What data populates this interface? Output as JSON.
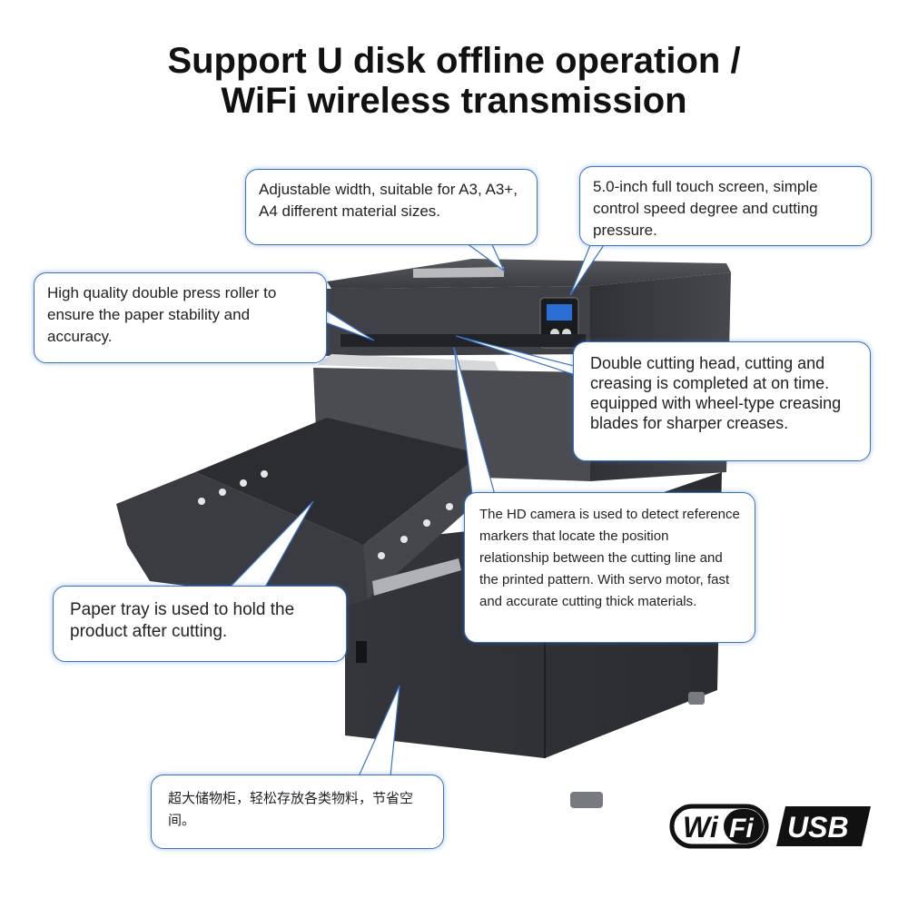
{
  "title": {
    "line1": "Support U disk offline operation /",
    "line2": "WiFi wireless transmission"
  },
  "callouts": {
    "width": "Adjustable width, suitable for A3, A3+, A4 different material sizes.",
    "screen": "5.0-inch full touch screen, simple control speed degree and cutting pressure.",
    "roller": "High quality double press roller to ensure the paper stability and accuracy.",
    "head": "Double cutting head, cutting and creasing is completed at on time. equipped with wheel-type creasing blades for  sharper creases.",
    "tray": "Paper tray is used to hold the product after cutting.",
    "camera": "The HD camera is used to detect reference markers that locate the position relationship between the cutting line and the printed pattern. With servo motor, fast and accurate cutting thick materials.",
    "cabinet": "超大储物柜，轻松存放各类物料，节省空间。"
  },
  "logos": {
    "wifi_a": "Wi",
    "wifi_b": "Fi",
    "usb": "USB"
  },
  "colors": {
    "callout_border": "#3a73c4",
    "machine_body": "#3d3f44",
    "logo": "#111111"
  }
}
